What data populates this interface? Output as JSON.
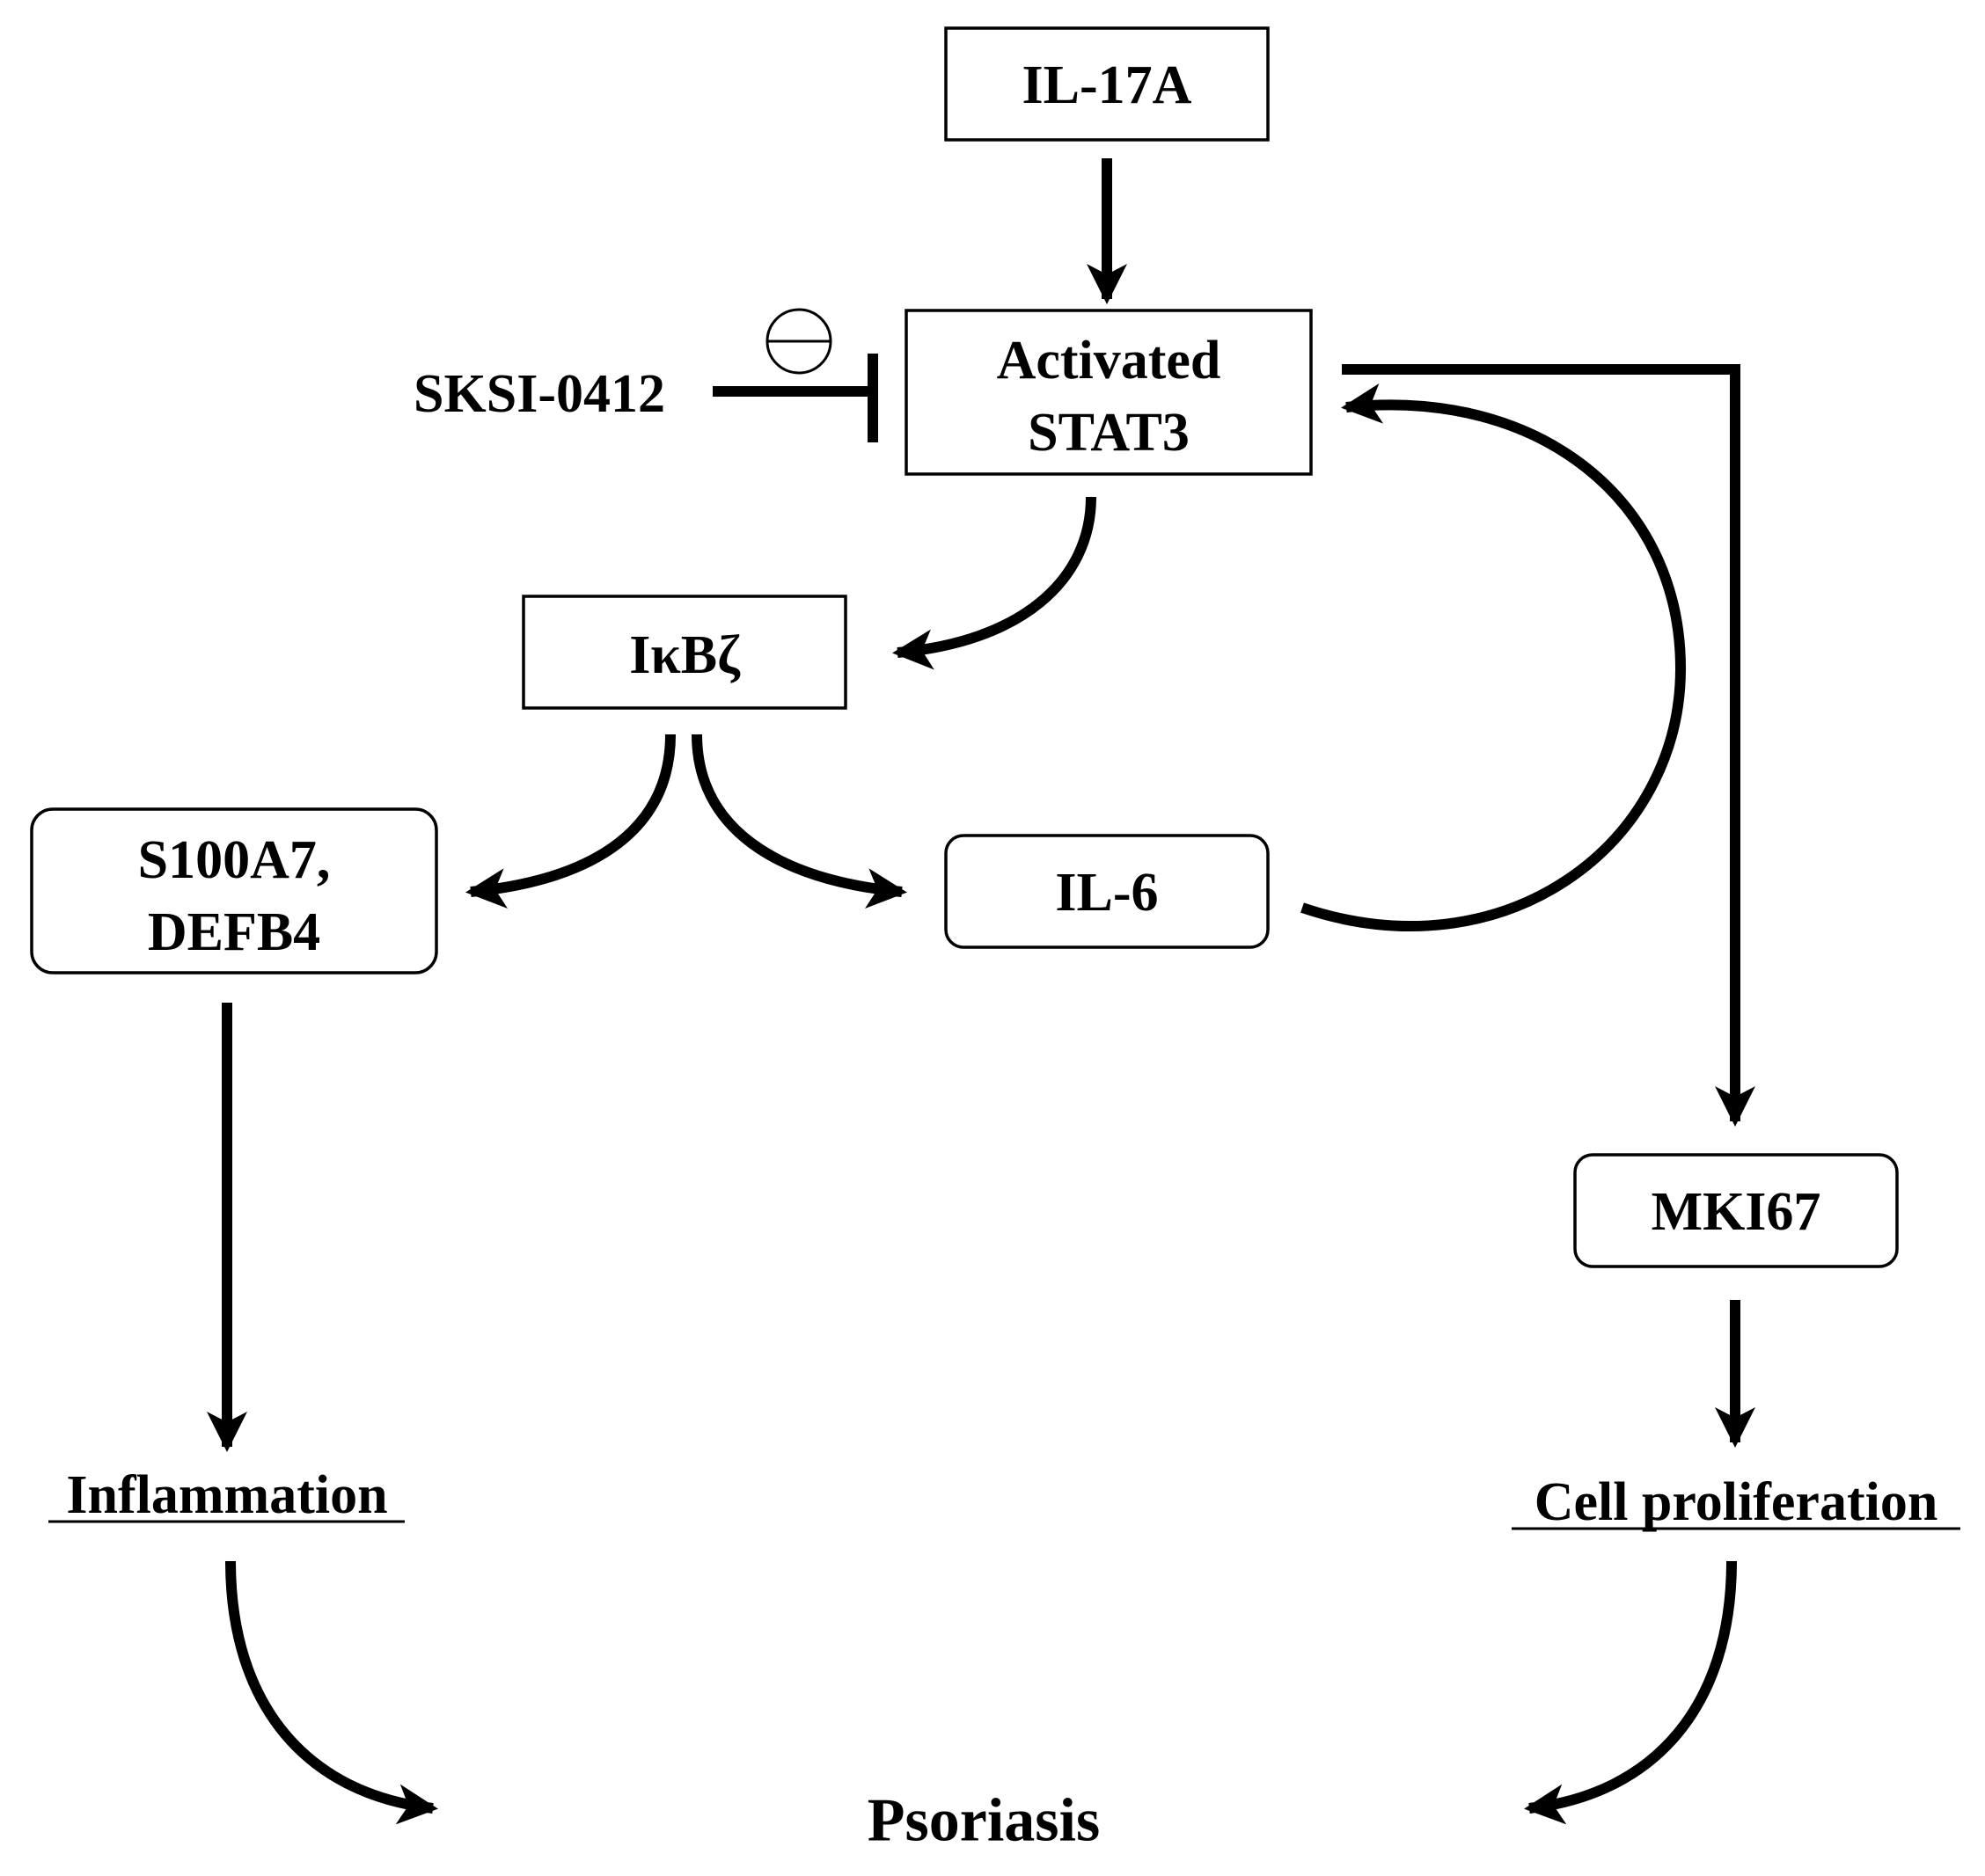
{
  "nodes": {
    "il17a": "IL-17A",
    "stat3_line1": "Activated",
    "stat3_line2": "STAT3",
    "ikbz": "IκBζ",
    "s100a7_line1": "S100A7,",
    "s100a7_line2": "DEFB4",
    "il6": "IL-6",
    "mki67": "MKI67"
  },
  "labels": {
    "inhibitor": "SKSI-0412",
    "inflammation": "Inflammation",
    "cell_proliferation": "Cell proliferation",
    "psoriasis": "Psoriasis"
  },
  "edges": [
    {
      "from": "IL-17A",
      "to": "Activated STAT3",
      "type": "activation"
    },
    {
      "from": "SKSI-0412",
      "to": "Activated STAT3",
      "type": "inhibition"
    },
    {
      "from": "Activated STAT3",
      "to": "IκBζ",
      "type": "activation"
    },
    {
      "from": "IκBζ",
      "to": "S100A7, DEFB4",
      "type": "activation"
    },
    {
      "from": "IκBζ",
      "to": "IL-6",
      "type": "activation"
    },
    {
      "from": "IL-6",
      "to": "Activated STAT3",
      "type": "activation"
    },
    {
      "from": "Activated STAT3",
      "to": "MKI67",
      "type": "activation"
    },
    {
      "from": "S100A7, DEFB4",
      "to": "Inflammation",
      "type": "activation"
    },
    {
      "from": "MKI67",
      "to": "Cell proliferation",
      "type": "activation"
    },
    {
      "from": "Inflammation",
      "to": "Psoriasis",
      "type": "activation"
    },
    {
      "from": "Cell proliferation",
      "to": "Psoriasis",
      "type": "activation"
    }
  ],
  "colors": {
    "stroke": "#000000",
    "background": "#ffffff"
  }
}
